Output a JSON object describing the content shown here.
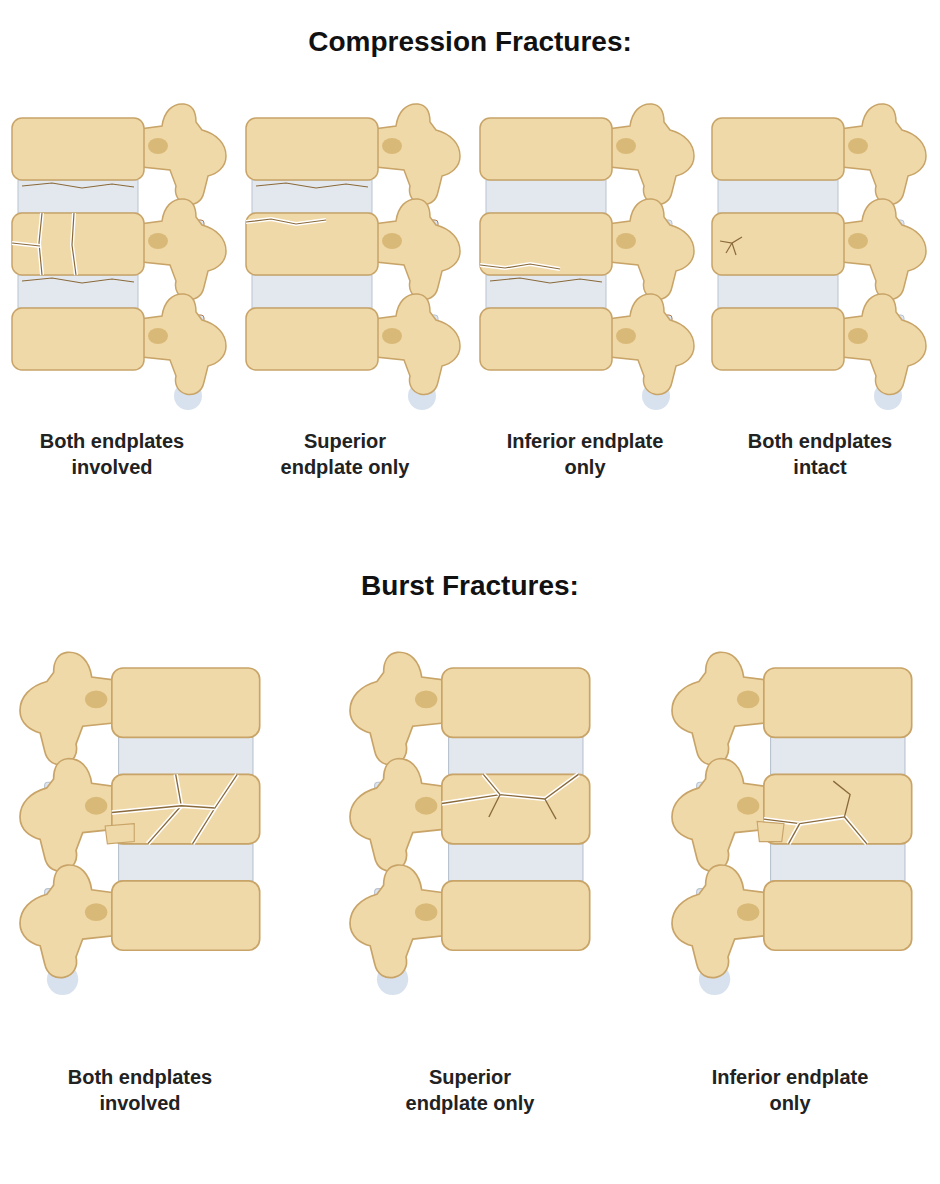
{
  "diagram": {
    "labels": [
      "Compression Fractures:",
      "Both endplates involved",
      "Superior endplate only",
      "Inferior endplate only",
      "Both endplates intact",
      "Burst Fractures:",
      "Both endplates involved",
      "Superior endplate only",
      "Inferior endplate only"
    ]
  }
}
